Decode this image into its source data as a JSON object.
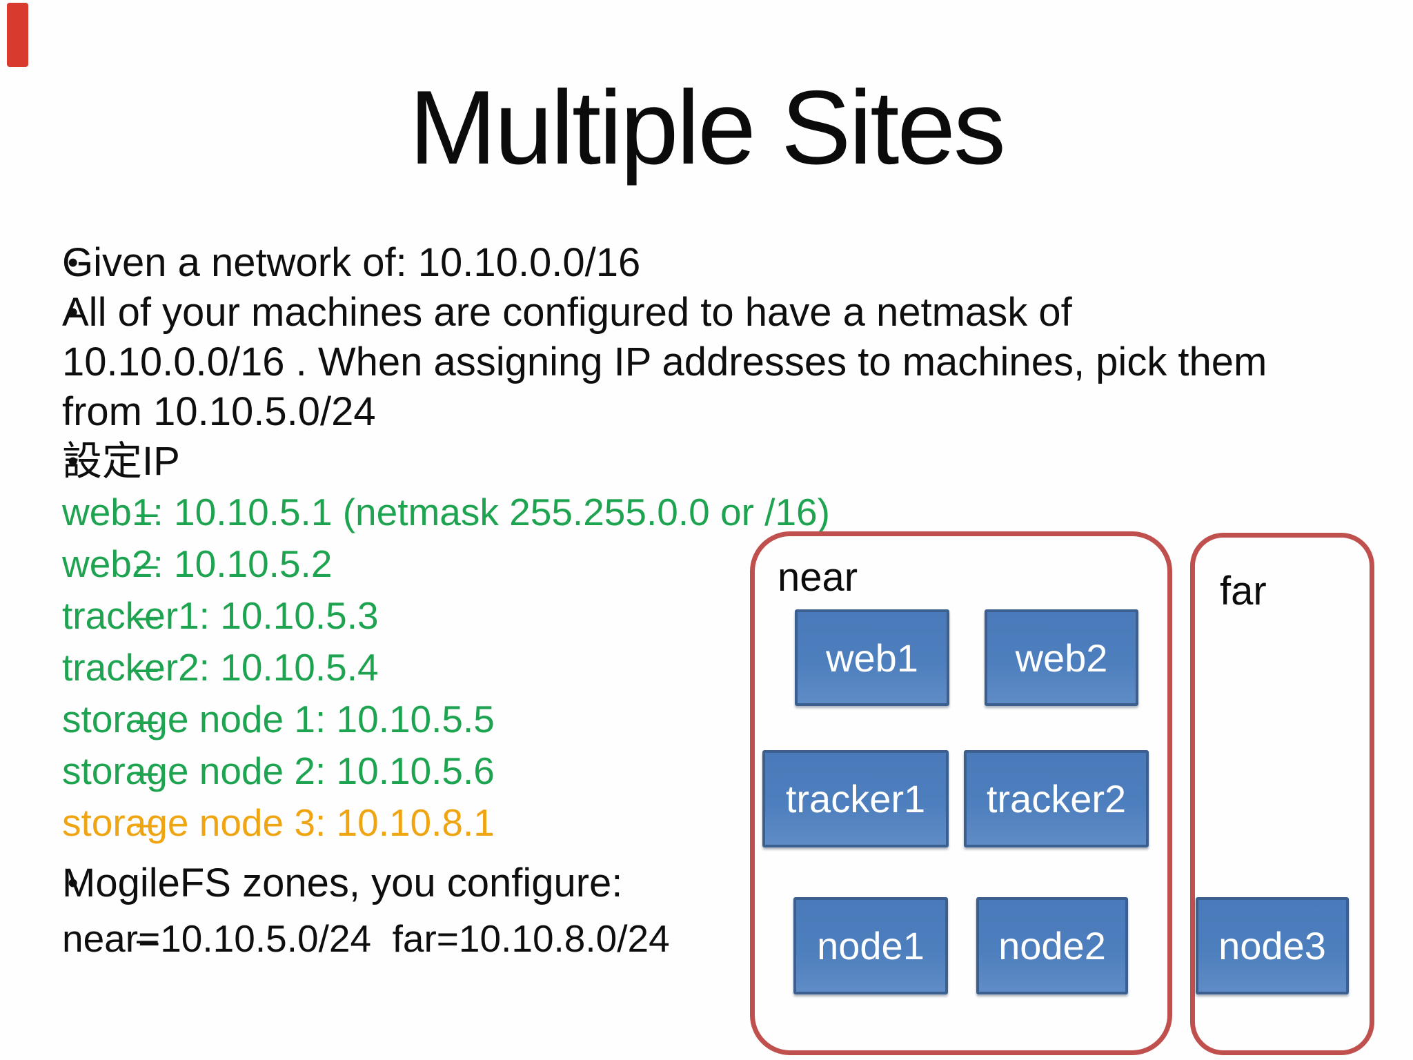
{
  "slide": {
    "title": "Multiple Sites",
    "bullets": [
      {
        "level": 1,
        "color": "black",
        "text": "Given a network of: 10.10.0.0/16"
      },
      {
        "level": 1,
        "color": "black",
        "text": "All of your machines are configured to have a netmask of\n10.10.0.0/16 . When assigning IP addresses to machines, pick them\nfrom 10.10.5.0/24"
      },
      {
        "level": 1,
        "color": "black",
        "text": "設定IP"
      },
      {
        "level": 2,
        "color": "green",
        "text": "web1: 10.10.5.1 (netmask 255.255.0.0 or /16)"
      },
      {
        "level": 2,
        "color": "green",
        "text": "web2: 10.10.5.2"
      },
      {
        "level": 2,
        "color": "green",
        "text": "tracker1: 10.10.5.3"
      },
      {
        "level": 2,
        "color": "green",
        "text": "tracker2: 10.10.5.4"
      },
      {
        "level": 2,
        "color": "green",
        "text": "storage node 1: 10.10.5.5"
      },
      {
        "level": 2,
        "color": "green",
        "text": "storage node 2: 10.10.5.6"
      },
      {
        "level": 2,
        "color": "orange",
        "text": "storage node 3: 10.10.8.1"
      },
      {
        "level": 1,
        "color": "black",
        "text": "MogileFS zones, you configure:"
      },
      {
        "level": 2,
        "color": "black",
        "text": "near=10.10.5.0/24  far=10.10.8.0/24"
      }
    ],
    "diagram": {
      "zones": [
        {
          "label": "near",
          "nodes": [
            "web1",
            "web2",
            "tracker1",
            "tracker2",
            "node1",
            "node2"
          ]
        },
        {
          "label": "far",
          "nodes": [
            "node3"
          ]
        }
      ]
    },
    "colors": {
      "green_text": "#1ea350",
      "orange_text": "#efa512",
      "zone_border_red": "#c0504d",
      "corner_fragment_red": "#d93a2e",
      "box_fill_blue": "#4d7ebd",
      "box_border_blue": "#3b6090",
      "box_text": "#ffffff",
      "body_text": "#0e0e0e"
    }
  }
}
